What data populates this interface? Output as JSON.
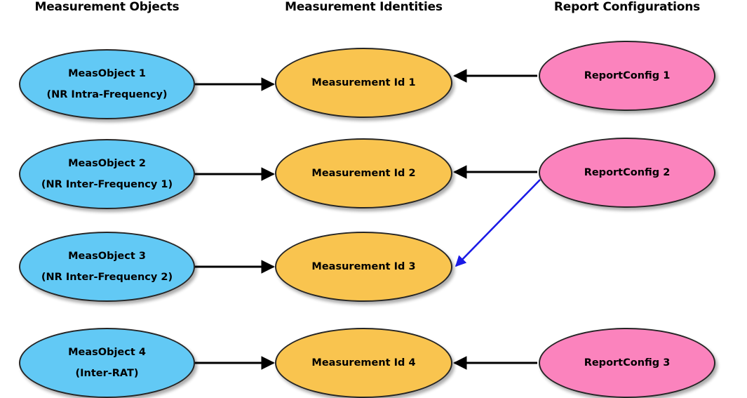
{
  "headers": [
    {
      "id": "measurement-objects",
      "label": "Measurement Objects"
    },
    {
      "id": "measurement-identities",
      "label": "Measurement Identities"
    },
    {
      "id": "report-configurations",
      "label": "Report Configurations"
    }
  ],
  "colors": {
    "measurement_object": "#62C9F5",
    "measurement_id": "#F9C44F",
    "report_config": "#FB83BD",
    "node_border": "#262626",
    "arrow_black": "#000000",
    "arrow_blue": "#1A1AE6",
    "background": "#FFFFFF",
    "text": "#000000"
  },
  "measurement_objects": [
    {
      "line1": "MeasObject 1",
      "line2": "(NR Intra-Frequency)"
    },
    {
      "line1": "MeasObject 2",
      "line2": "(NR Inter-Frequency 1)"
    },
    {
      "line1": "MeasObject 3",
      "line2": "(NR Inter-Frequency 2)"
    },
    {
      "line1": "MeasObject 4",
      "line2": "(Inter-RAT)"
    }
  ],
  "measurement_identities": [
    {
      "line1": "Measurement Id 1"
    },
    {
      "line1": "Measurement Id 2"
    },
    {
      "line1": "Measurement Id 3"
    },
    {
      "line1": "Measurement Id 4"
    }
  ],
  "report_configurations": [
    {
      "line1": "ReportConfig 1"
    },
    {
      "line1": "ReportConfig 2"
    },
    {
      "line1": "ReportConfig 3"
    }
  ],
  "edges": [
    {
      "from": "MeasObject 1",
      "to": "Measurement Id 1",
      "color": "#000000"
    },
    {
      "from": "MeasObject 2",
      "to": "Measurement Id 2",
      "color": "#000000"
    },
    {
      "from": "MeasObject 3",
      "to": "Measurement Id 3",
      "color": "#000000"
    },
    {
      "from": "MeasObject 4",
      "to": "Measurement Id 4",
      "color": "#000000"
    },
    {
      "from": "ReportConfig 1",
      "to": "Measurement Id 1",
      "color": "#000000"
    },
    {
      "from": "ReportConfig 2",
      "to": "Measurement Id 2",
      "color": "#000000"
    },
    {
      "from": "ReportConfig 2",
      "to": "Measurement Id 3",
      "color": "#1A1AE6"
    },
    {
      "from": "ReportConfig 3",
      "to": "Measurement Id 4",
      "color": "#000000"
    }
  ]
}
